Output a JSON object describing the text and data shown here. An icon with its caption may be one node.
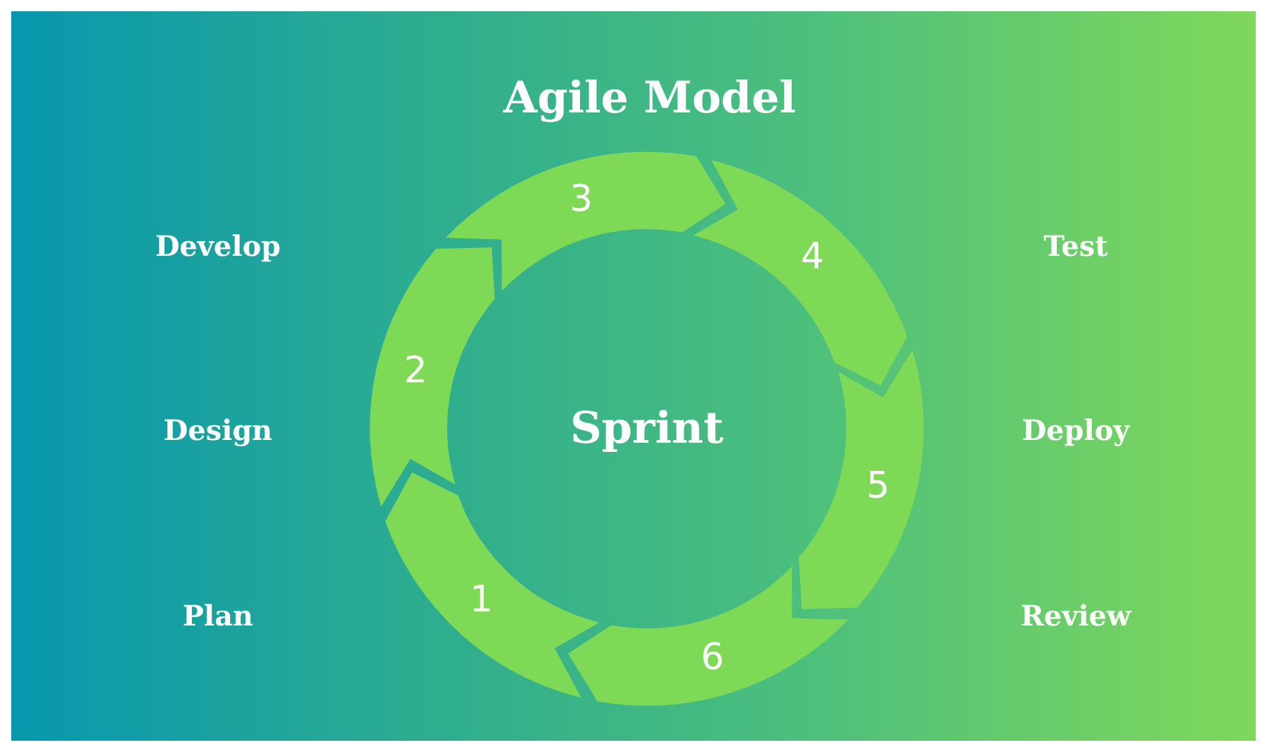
{
  "diagram": {
    "title": "Agile Model",
    "nodes": [
      {
        "text": [
          "Sprint"
        ]
      },
      {
        "text": [
          "1"
        ]
      },
      {
        "text": [
          "2"
        ]
      },
      {
        "text": [
          "3"
        ]
      },
      {
        "text": [
          "4"
        ]
      },
      {
        "text": [
          "5"
        ]
      },
      {
        "text": [
          "6"
        ]
      }
    ],
    "labels": [
      "Develop",
      "Test",
      "Design",
      "Deploy",
      "Plan",
      "Review"
    ]
  }
}
